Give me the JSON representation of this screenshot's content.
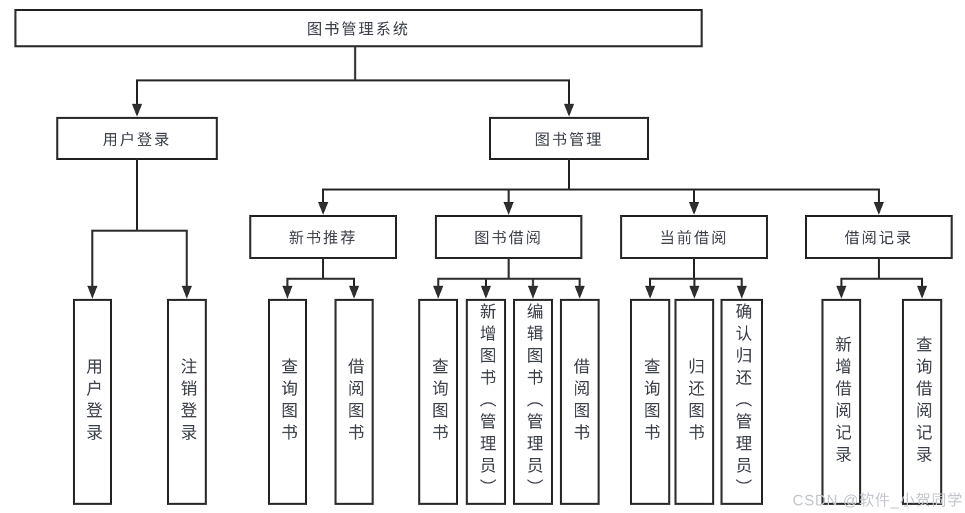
{
  "diagram": {
    "root": {
      "label": "图书管理系统"
    },
    "children": [
      {
        "label": "用户登录",
        "children": [
          {
            "label": "用户登录"
          },
          {
            "label": "注销登录"
          }
        ]
      },
      {
        "label": "图书管理",
        "children": [
          {
            "label": "新书推荐",
            "children": [
              {
                "label": "查询图书"
              },
              {
                "label": "借阅图书"
              }
            ]
          },
          {
            "label": "图书借阅",
            "children": [
              {
                "label": "查询图书"
              },
              {
                "label": "新增图书（管理员）"
              },
              {
                "label": "编辑图书（管理员）"
              },
              {
                "label": "借阅图书"
              }
            ]
          },
          {
            "label": "当前借阅",
            "children": [
              {
                "label": "查询图书"
              },
              {
                "label": "归还图书"
              },
              {
                "label": "确认归还（管理员）"
              }
            ]
          },
          {
            "label": "借阅记录",
            "children": [
              {
                "label": "新增借阅记录"
              },
              {
                "label": "查询借阅记录"
              }
            ]
          }
        ]
      }
    ]
  },
  "watermark": {
    "text": "CSDN @软件_小贺同学"
  },
  "colors": {
    "line": "#2f2f2f",
    "text": "#3d4149",
    "watermark": "#c3c7cd",
    "background": "#ffffff"
  }
}
